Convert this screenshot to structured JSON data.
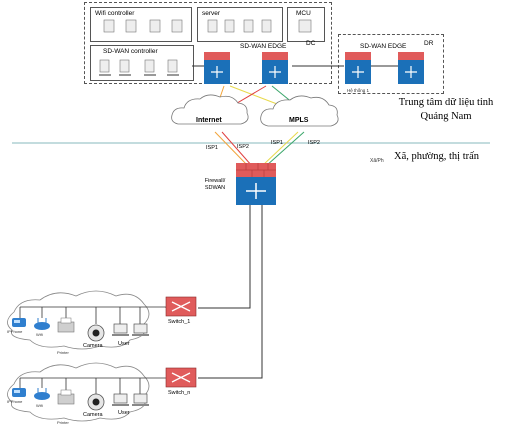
{
  "dc": {
    "wifi_controller": "Wifi controller",
    "server": "server",
    "mcu": "MCU",
    "sdwan_controller": "SD-WAN controller",
    "sdwan_edge": "SD-WAN EDGE",
    "dc_label": "DC"
  },
  "dr": {
    "sdwan_edge": "SD-WAN EDGE",
    "dr_label": "DR",
    "he_thong": "Hệ thống 1"
  },
  "datacenter_caption": "Trung tâm dữ liệu tỉnh Quảng Nam",
  "clouds": {
    "internet": "Internet",
    "mpls": "MPLS"
  },
  "isp_labels": [
    "ISP1",
    "ISP2",
    "ISP1",
    "ISP2"
  ],
  "site_caption_small": "Xã/Ph",
  "site_caption": "Xã, phường, thị trấn",
  "firewall_label": "Firewall/ SDWAN",
  "switches": [
    "Switch_1",
    "Switch_n"
  ],
  "devices": {
    "ip_phone": "IPPhone",
    "wifi": "Wifi",
    "printer": "Printer",
    "camera": "Camera",
    "user": "User"
  },
  "colors": {
    "router": "#1b70b8",
    "firewall": "#e05b5b",
    "line": "#333333",
    "orange": "#f2a43a",
    "yellow": "#e8d94a",
    "red": "#e04040",
    "green": "#3aa66a"
  }
}
